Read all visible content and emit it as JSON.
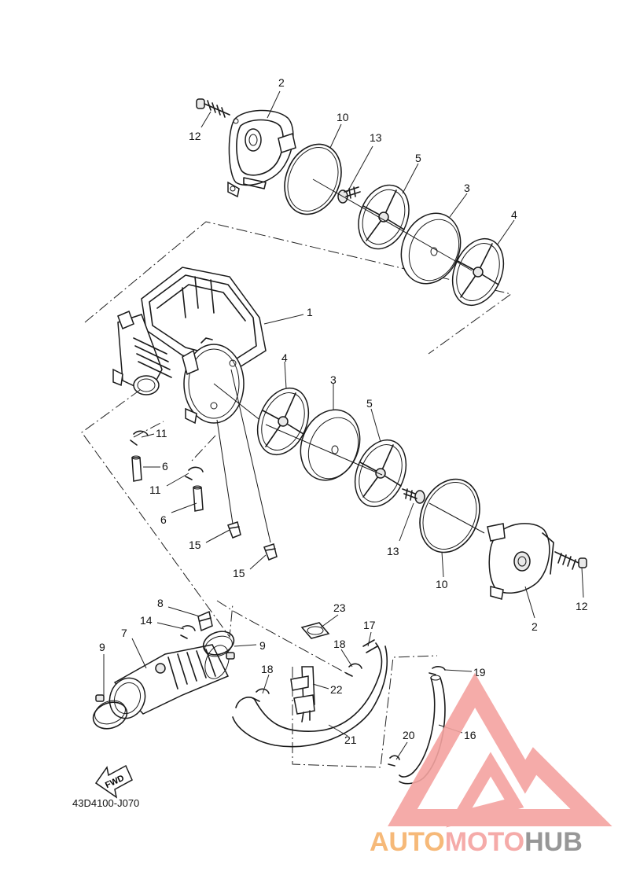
{
  "diagram": {
    "code": "43D4100-J070",
    "fwd_label": "FWD",
    "watermark": {
      "brand_auto": "AUTO",
      "brand_moto": "MOTO",
      "brand_hub": "HUB",
      "colors": {
        "auto": "#f6b26b",
        "moto": "#f4a3a0",
        "hub": "#8c8c8c",
        "logo": "#f4a3a0"
      }
    },
    "callouts": [
      {
        "id": "c2a",
        "text": "2"
      },
      {
        "id": "c12a",
        "text": "12"
      },
      {
        "id": "c10a",
        "text": "10"
      },
      {
        "id": "c13a",
        "text": "13"
      },
      {
        "id": "c5a",
        "text": "5"
      },
      {
        "id": "c3a",
        "text": "3"
      },
      {
        "id": "c4a",
        "text": "4"
      },
      {
        "id": "c1",
        "text": "1"
      },
      {
        "id": "c4b",
        "text": "4"
      },
      {
        "id": "c3b",
        "text": "3"
      },
      {
        "id": "c5b",
        "text": "5"
      },
      {
        "id": "c11a",
        "text": "11"
      },
      {
        "id": "c6a",
        "text": "6"
      },
      {
        "id": "c11b",
        "text": "11"
      },
      {
        "id": "c6b",
        "text": "6"
      },
      {
        "id": "c15a",
        "text": "15"
      },
      {
        "id": "c15b",
        "text": "15"
      },
      {
        "id": "c13b",
        "text": "13"
      },
      {
        "id": "c10b",
        "text": "10"
      },
      {
        "id": "c12b",
        "text": "12"
      },
      {
        "id": "c2b",
        "text": "2"
      },
      {
        "id": "c8",
        "text": "8"
      },
      {
        "id": "c14",
        "text": "14"
      },
      {
        "id": "c7",
        "text": "7"
      },
      {
        "id": "c9a",
        "text": "9"
      },
      {
        "id": "c9b",
        "text": "9"
      },
      {
        "id": "c23",
        "text": "23"
      },
      {
        "id": "c17",
        "text": "17"
      },
      {
        "id": "c18a",
        "text": "18"
      },
      {
        "id": "c18b",
        "text": "18"
      },
      {
        "id": "c22",
        "text": "22"
      },
      {
        "id": "c21",
        "text": "21"
      },
      {
        "id": "c19",
        "text": "19"
      },
      {
        "id": "c20",
        "text": "20"
      },
      {
        "id": "c16",
        "text": "16"
      }
    ]
  }
}
